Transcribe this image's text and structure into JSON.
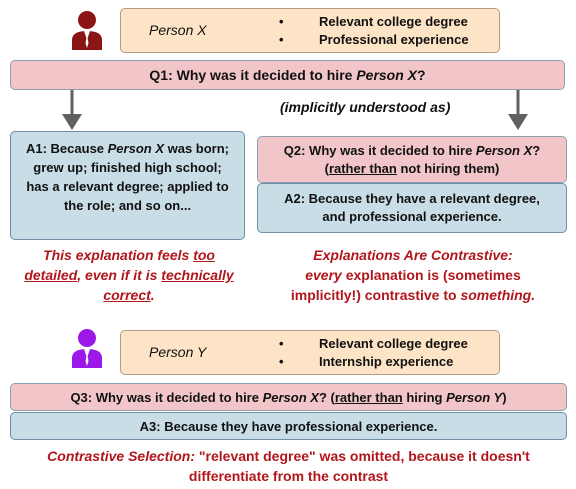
{
  "person_x": {
    "name": "Person X",
    "attributes": [
      "Relevant college degree",
      "Professional experience"
    ],
    "icon_color": "#8b1515"
  },
  "q1": {
    "prefix": "Q1: Why was it decided to hire ",
    "person": "Person X",
    "suffix": "?"
  },
  "implicit_note": "(implicitly understood as)",
  "a1": {
    "prefix": "A1: Because ",
    "person": "Person X",
    "rest": " was born; grew up; finished high school; has a relevant degree; applied to the role; and so on..."
  },
  "q2": {
    "prefix": "Q2: Why was it decided to hire ",
    "person": "Person X",
    "mid": "? (",
    "rather": "rather than",
    "suffix": " not hiring them)"
  },
  "a2": "A2: Because they have a relevant degree, and professional experience.",
  "note_left": {
    "p1": "This explanation feels ",
    "u1": "too detailed",
    "p2": ", even if it is ",
    "u2": "technically correct",
    "p3": "."
  },
  "note_right": {
    "line1": "Explanations Are Contrastive:",
    "every": "every",
    "line2_rest": " explanation is (sometimes",
    "line3_start": "implicitly!) contrastive to ",
    "something": "something."
  },
  "person_y": {
    "name": "Person Y",
    "attributes": [
      "Relevant college degree",
      "Internship experience"
    ],
    "icon_color": "#9b18e8"
  },
  "q3": {
    "prefix": "Q3: Why was it decided to hire ",
    "person_x": "Person X",
    "mid": "? (",
    "rather": "rather than",
    "middle2": " hiring ",
    "person_y": "Person Y",
    "suffix": ")"
  },
  "a3": "A3: Because they have professional experience.",
  "bottom_note": {
    "label": "Contrastive Selection:",
    "rest": " \"relevant degree\" was omitted, because it doesn't differentiate from the contrast"
  },
  "colors": {
    "peach": "#fde4c6",
    "pink": "#f2c6c8",
    "blue": "#c9dde6",
    "red_text": "#b1161b"
  }
}
